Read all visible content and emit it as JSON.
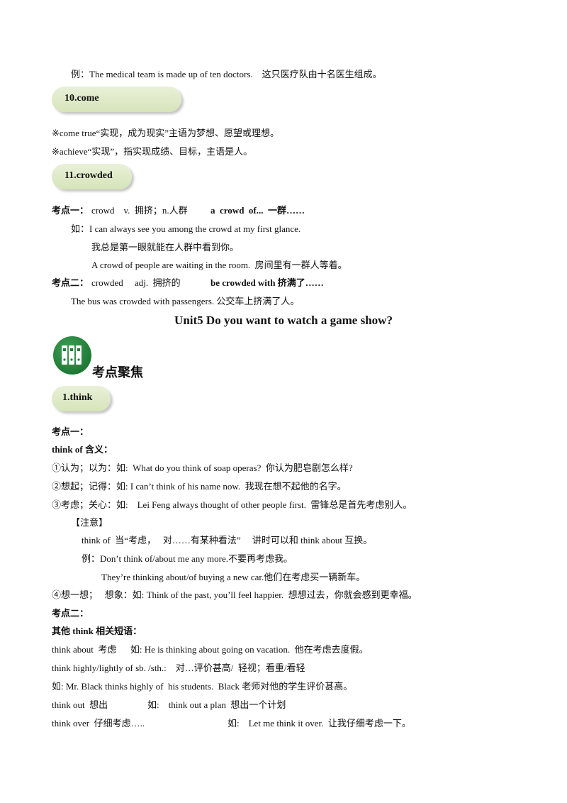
{
  "lines": {
    "l1": "例：The medical team is made up of ten doctors.    这只医疗队由十名医生组成。",
    "l2": "※come true“实现，成为现实”主语为梦想、愿望或理想。",
    "l3": "※achieve“实现”，指实现成绩、目标，主语是人。",
    "l4a": "考点一：",
    "l4b": "crowd    v.  拥挤；n.人群",
    "l4c": "a  crowd  of...  一群……",
    "l5": "如：I can always see you among the crowd at my first glance.",
    "l6": "我总是第一眼就能在人群中看到你。",
    "l7": "A crowd of people are waiting in the room.  房间里有一群人等着。",
    "l8a": "考点二：",
    "l8b": "crowded     adj.  拥挤的",
    "l8c": "be crowded with 挤满了……",
    "l9": "The bus was crowded with passengers. 公交车上挤满了人。",
    "l10": "考点一：",
    "l11": "think of 含义：",
    "l12": "①认为；以为：如:  What do you think of soap operas?  你认为肥皂剧怎么样?",
    "l13": "②想起；记得：如: I can’t think of his name now.  我现在想不起他的名字。",
    "l14": "③考虑；关心：如:    Lei Feng always thought of other people first.  雷锋总是首先考虑别人。",
    "l15": "【注意】",
    "l16": "think of  当“考虑，   对……有某种看法”     讲时可以和 think about 互换。",
    "l17": "例：Don’t think of/about me any more.不要再考虑我。",
    "l18": "They’re thinking about/of buying a new car.他们在考虑买一辆新车。",
    "l19": "④想一想；   想象：如: Think of the past, you’ll feel happier.  想想过去，你就会感到更幸福。",
    "l20": "考点二：",
    "l21": "其他 think 相关短语：",
    "l22": "think about  考虑      如: He is thinking about going on vacation.  他在考虑去度假。",
    "l23": "think highly/lightly of sb. /sth.:    对…评价甚高/  轻视；看重/看轻",
    "l24": "如: Mr. Black thinks highly of  his students.  Black 老师对他的学生评价甚高。",
    "l25a": "think out  想出",
    "l25b": "如:    think out a plan  想出一个计划",
    "l26a": "think over  仔细考虑…..",
    "l26b": "如:    Let me think it over.  让我仔细考虑一下。"
  },
  "headings": {
    "h10": "10.come",
    "h11": "11.crowded",
    "h1": "1.think",
    "unit_title": "Unit5 Do you want to watch a game show?",
    "focus_title": "考点聚焦"
  },
  "colors": {
    "pill": "#dfe9c8",
    "icon": "#237d3a"
  }
}
